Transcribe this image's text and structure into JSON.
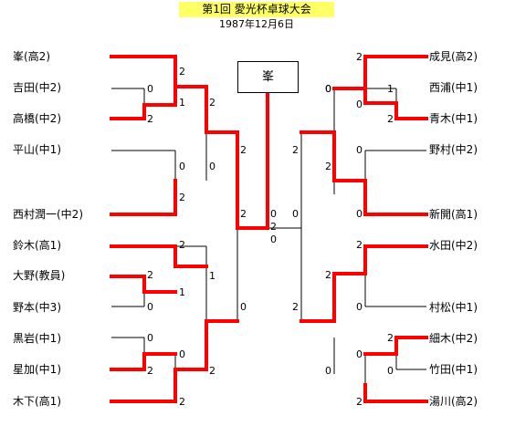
{
  "header": {
    "title": "第1回 愛光杯卓球大会",
    "date": "1987年12月6日"
  },
  "champion": "峯",
  "players": {
    "left": [
      "峯(高2)",
      "吉田(中2)",
      "高橋(中2)",
      "平山(中1)",
      "西村潤一(中2)",
      "鈴木(高1)",
      "大野(教員)",
      "野本(中3)",
      "黒岩(中1)",
      "星加(中1)",
      "木下(高1)"
    ],
    "right": [
      "成見(高2)",
      "西浦(中1)",
      "青木(中1)",
      "野村(中2)",
      "新開(高1)",
      "水田(中2)",
      "村松(中1)",
      "細木(中2)",
      "竹田(中1)",
      "湯川(高2)"
    ]
  },
  "scores": {
    "s01": "2",
    "s02": "0",
    "s03": "2",
    "s04": "1",
    "s05": "2",
    "s06": "0",
    "s07": "2",
    "s08": "0",
    "s09": "2",
    "s10": "2",
    "s11": "0",
    "s12": "2",
    "s13": "2",
    "s14": "1",
    "s15": "0",
    "s16": "1",
    "s17": "0",
    "s18": "0",
    "s19": "2",
    "s20": "2",
    "s21": "2",
    "s22": "0",
    "s23": "2",
    "s24": "0",
    "s25": "1",
    "s26": "0",
    "s27": "2",
    "s28": "0",
    "s29": "2",
    "s30": "0",
    "s31": "2",
    "s32": "2",
    "s33": "0",
    "s34": "2",
    "s35": "0",
    "s36": "2",
    "s37": "0",
    "s38": "0",
    "s39": "2",
    "s40": "0",
    "s41": "2",
    "s42": "0",
    "s43": "2",
    "s44": "0"
  },
  "colors": {
    "winner_line": "#ff0000",
    "loser_line": "#000000",
    "title_bg": "#ffff66"
  }
}
